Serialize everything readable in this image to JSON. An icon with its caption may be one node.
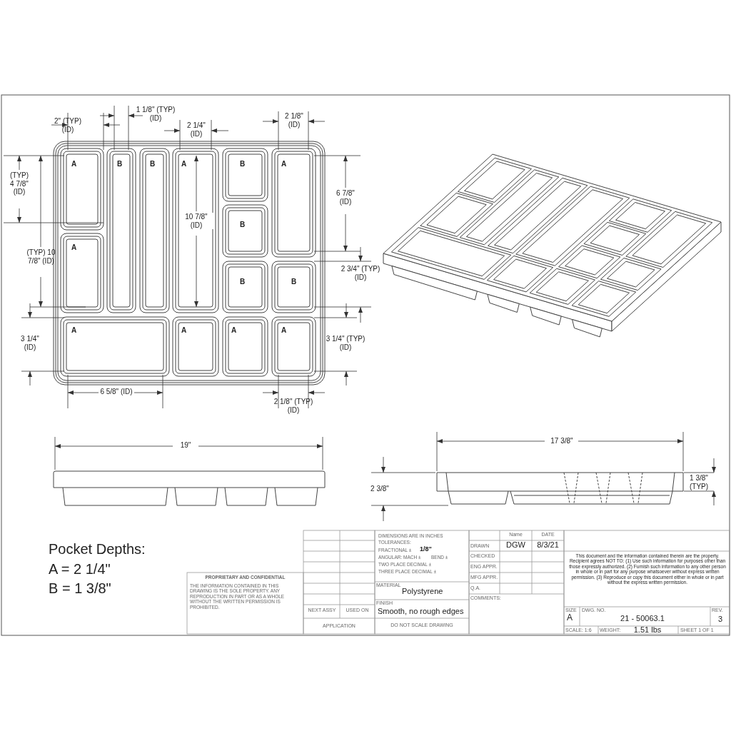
{
  "diagram": {
    "labels": [
      "2\" (TYP) (ID)",
      "1 1/8\" (TYP) (ID)",
      "2 1/8\" (ID)",
      "2 1/4\" (ID)",
      "(TYP) 4 7/8\" (ID)",
      "A",
      "B",
      "B",
      "A",
      "B",
      "A",
      "6 7/8\" (ID)",
      "10 7/8\" (ID)",
      "B",
      "A",
      "(TYP) 10 7/8\" (ID)",
      "B",
      "B",
      "2 3/4\" (TYP) (ID)",
      "3 1/4\" (ID)",
      "A",
      "A",
      "A",
      "A",
      "3 1/4\" (TYP) (ID)",
      "6 5/8\" (ID)",
      "2 1/8\" (TYP) (ID)",
      "19\"",
      "17 3/8\"",
      "2 3/8\"",
      "1 3/8\" (TYP)",
      "Pocket Depths:",
      "A = 2 1/4\"",
      "B = 1 3/8\"",
      "PROPRIETARY AND CONFIDENTIAL",
      "THE INFORMATION CONTAINED IN THIS DRAWING IS THE SOLE PROPERTY. ANY REPRODUCTION IN PART OR AS A WHOLE WITHOUT THE WRITTEN PERMISSION IS PROHIBITED.",
      "NEXT ASSY",
      "USED ON",
      "APPLICATION",
      "DIMENSIONS ARE IN INCHES",
      "TOLERANCES:",
      "FRACTIONAL ±",
      "1/8\"",
      "ANGULAR: MACH ±",
      "BEND ±",
      "TWO PLACE DECIMAL ±",
      "THREE PLACE DECIMAL ±",
      "MATERIAL",
      "Polystyrene",
      "FINISH",
      "Smooth, no rough edges",
      "DO NOT SCALE DRAWING",
      "Name",
      "DATE",
      "DRAWN",
      "DGW",
      "8/3/21",
      "CHECKED",
      "ENG APPR.",
      "MFG APPR.",
      "Q.A.",
      "COMMENTS:",
      "This document and the information contained therein are the property. Recipient agrees NOT TO: (1) Use such information for purposes other than those expressly authorized. (2) Furnish such information to any other person in whole or in part for any purpose whatsoever without express written permission. (3) Reproduce or copy this document either in whole or in part without the express written permission.",
      "SIZE",
      "A",
      "DWG. NO.",
      "21 - 50063.1",
      "REV.",
      "3",
      "SCALE: 1:6",
      "WEIGHT:",
      "1.51 lbs",
      "SHEET 1 OF 1"
    ]
  }
}
